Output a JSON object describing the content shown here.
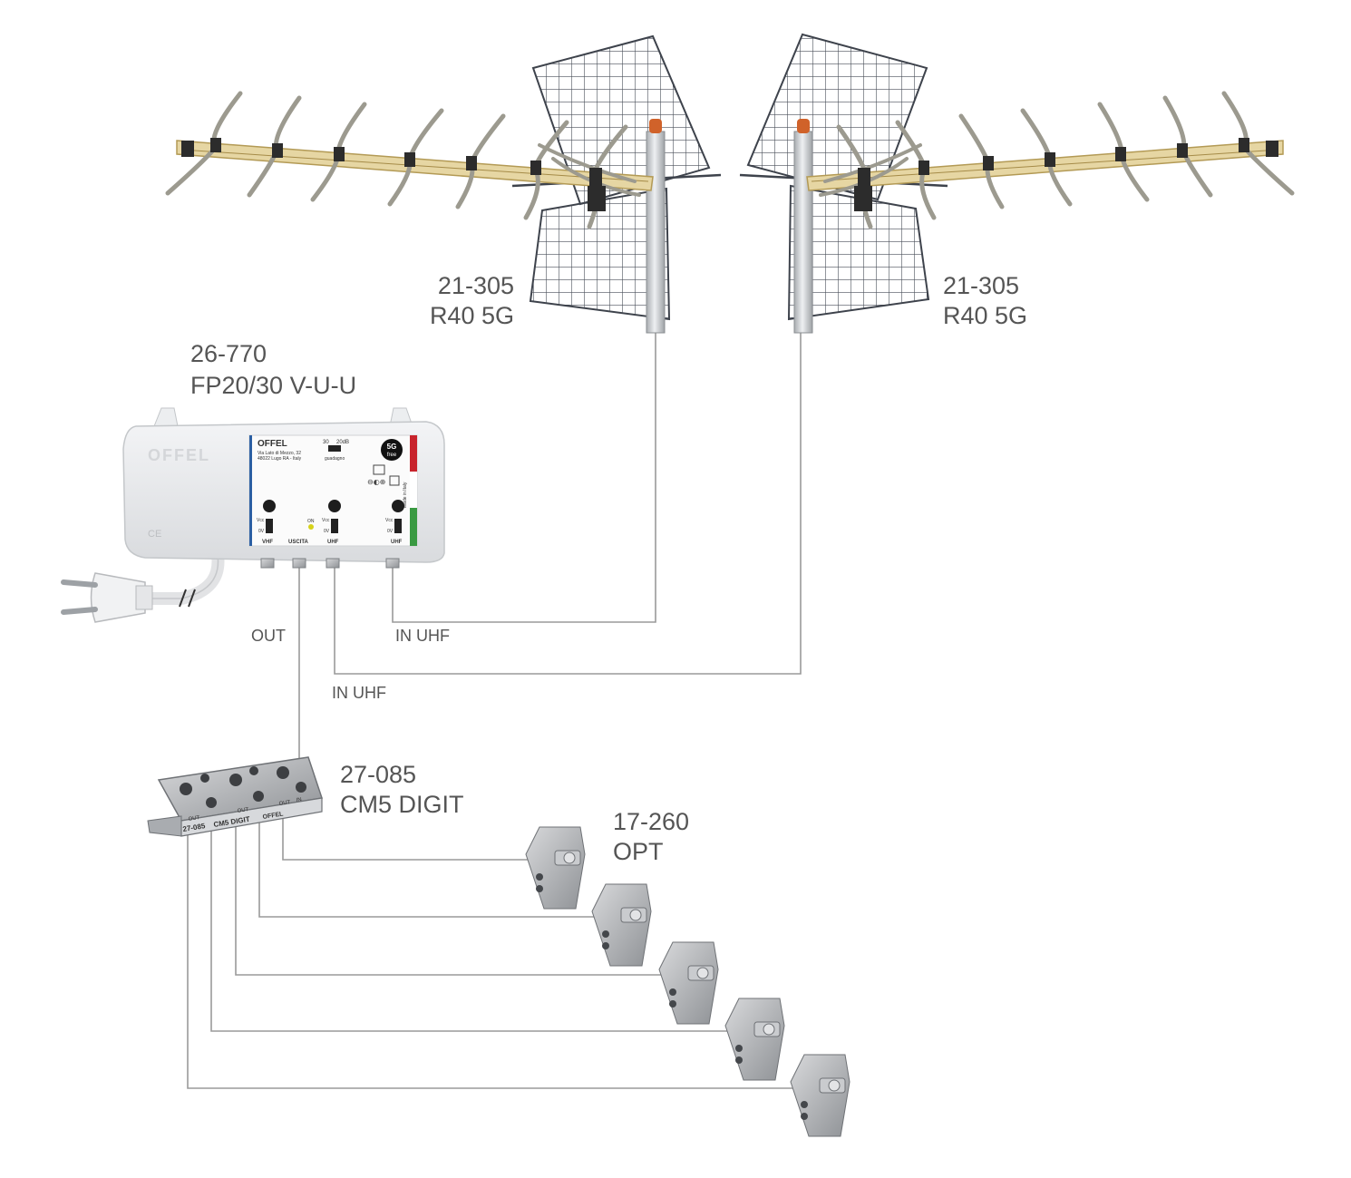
{
  "antenna_left": {
    "code": "21-305",
    "model": "R40 5G"
  },
  "antenna_right": {
    "code": "21-305",
    "model": "R40 5G"
  },
  "amplifier": {
    "code": "26-770",
    "model": "FP20/30 V-U-U",
    "brand": "OFFEL",
    "address_line1": "Via Lato di Mezzo, 32",
    "address_line2": "48022 Lugo RA - Italy",
    "gain_30": "30",
    "gain_20": "20dB",
    "gain_label": "guadagno",
    "badge_5g": "5G",
    "badge_free": "free",
    "made_in": "Made in Italy",
    "on_label": "ON",
    "vcc": "Vcc",
    "zero_v": "0V",
    "port_vhf": "VHF",
    "port_uscita": "USCITA",
    "port_uhf1": "UHF",
    "port_uhf2": "UHF"
  },
  "cables": {
    "out": "OUT",
    "in_uhf_1": "IN UHF",
    "in_uhf_2": "IN UHF"
  },
  "splitter": {
    "code": "27-085",
    "model": "CM5 DIGIT",
    "body_code": "27-085",
    "body_model": "CM5 DIGIT",
    "out_label": "OUT",
    "in_label": "IN",
    "brand": "OFFEL"
  },
  "outlet": {
    "code": "17-260",
    "model": "OPT"
  }
}
